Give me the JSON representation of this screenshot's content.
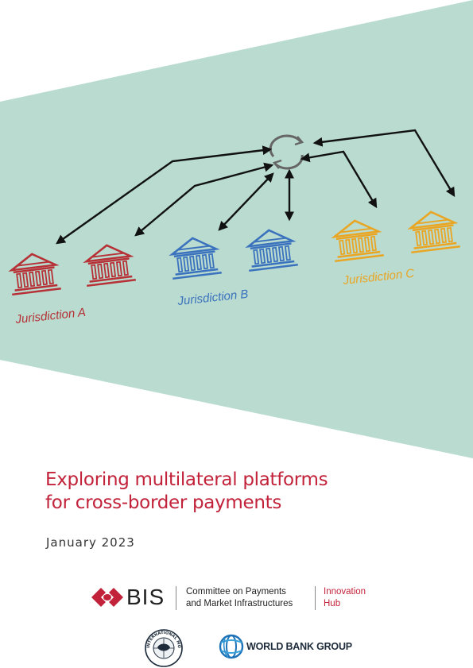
{
  "cover": {
    "band_color": "#b9dbd0",
    "title_lines": [
      "Exploring multilateral platforms",
      "for cross-border payments"
    ],
    "date": "January 2023"
  },
  "diagram": {
    "jurisdictions": [
      {
        "label": "Jurisdiction A",
        "color": "#b63035"
      },
      {
        "label": "Jurisdiction B",
        "color": "#3b72bd"
      },
      {
        "label": "Jurisdiction C",
        "color": "#eaa522"
      }
    ]
  },
  "logos": {
    "bis": "BIS",
    "cpmi_lines": [
      "Committee on Payments",
      "and Market Infrastructures"
    ],
    "hub_lines": [
      "Innovation",
      "Hub"
    ],
    "imf_seal": "INTERNATIONAL MONETARY FUND",
    "wbg": "WORLD BANK GROUP"
  },
  "colors": {
    "title": "#c2223a",
    "hub": "#c2223a"
  }
}
